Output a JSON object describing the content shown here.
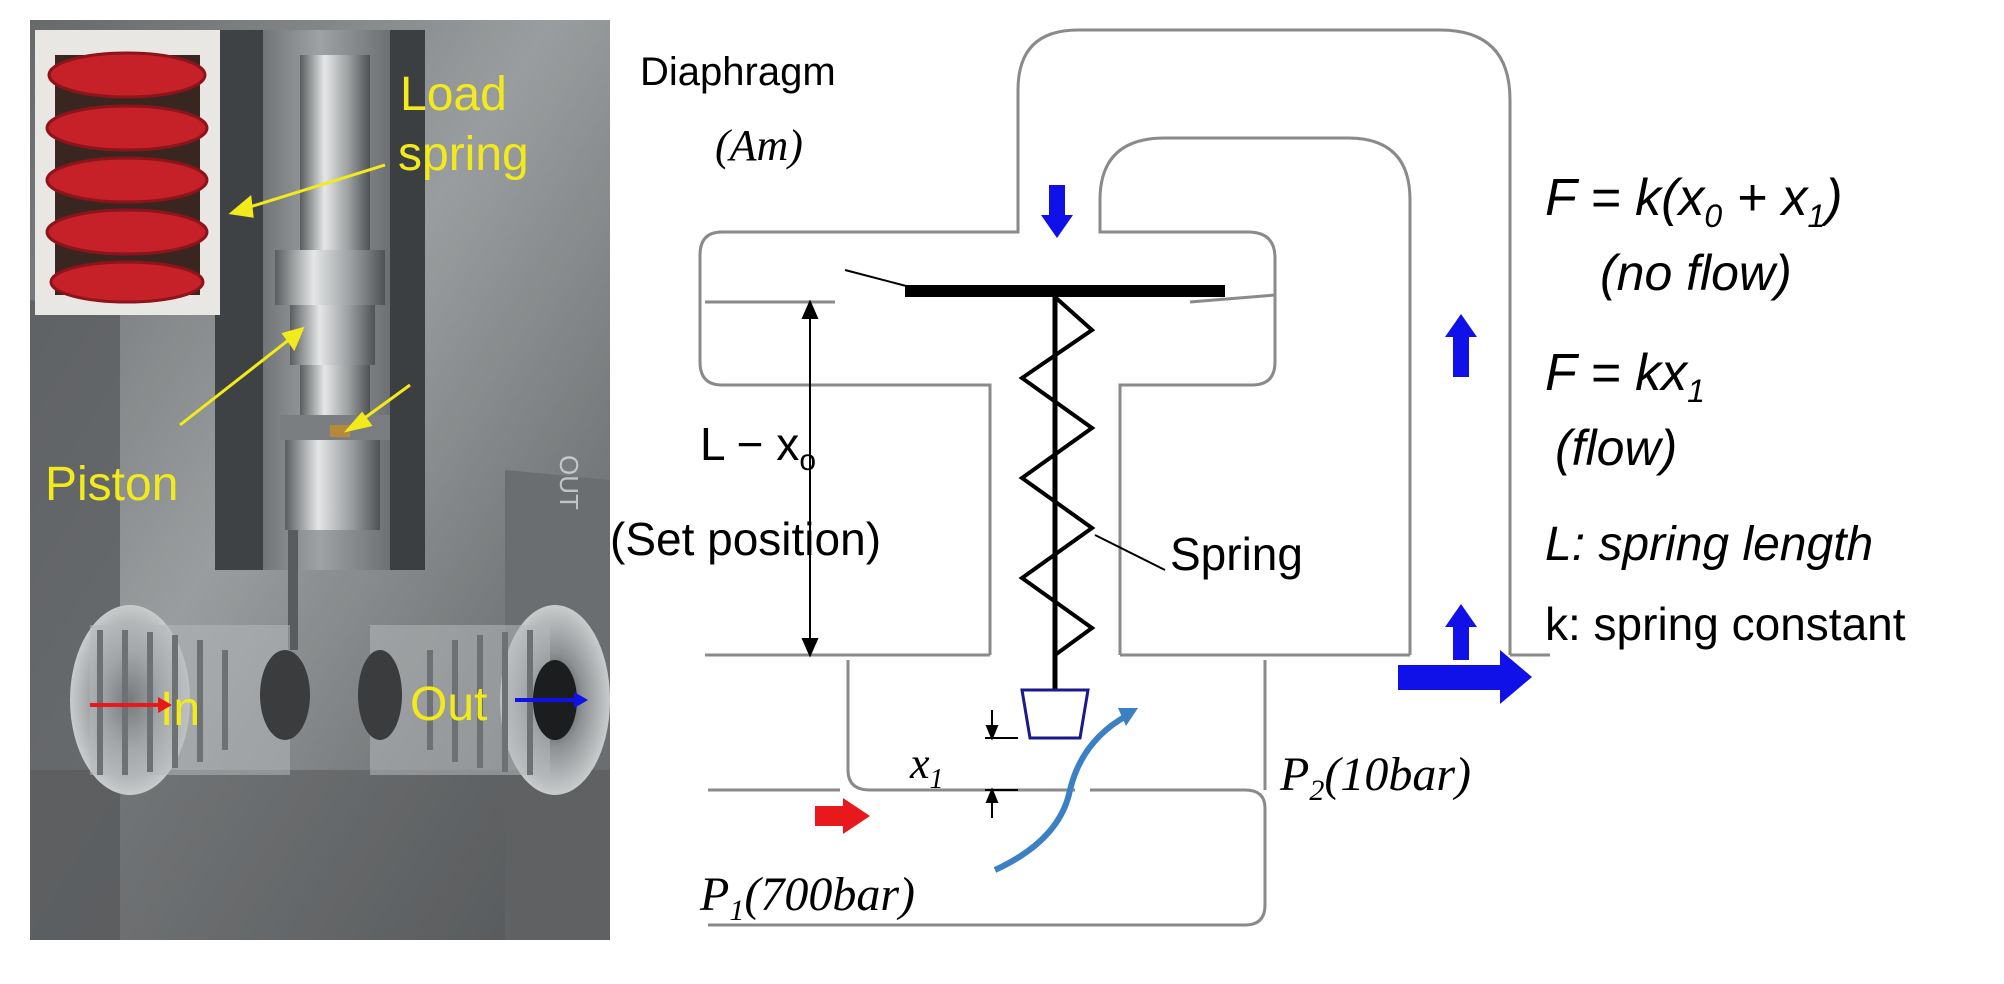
{
  "photo": {
    "label_load_spring": [
      "Load",
      "spring"
    ],
    "label_piston": "Piston",
    "label_in": "In",
    "label_out": "Out",
    "label_out_stamp": "OUT",
    "label_color": "#f3ea1c"
  },
  "diagram": {
    "diaphragm_label": "Diaphragm",
    "diaphragm_area": "(Am)",
    "set_length": "L − x",
    "set_length_sub": "o",
    "set_position": "(Set position)",
    "spring_label": "Spring",
    "x1_label": "x",
    "x1_sub": "1",
    "p1_label": "P",
    "p1_sub": "1",
    "p1_value": "(700bar)",
    "p2_label": "P",
    "p2_sub": "2",
    "p2_value": "(10bar)"
  },
  "equations": {
    "no_flow_eq": [
      "F = k(x",
      "0",
      " + x",
      "1",
      ")"
    ],
    "no_flow_label": "(no flow)",
    "flow_eq": [
      "F = kx",
      "1"
    ],
    "flow_label": "(flow)",
    "l_def": "L:  spring length",
    "k_def": "k: spring constant"
  },
  "colors": {
    "flow_arrow_blue": "#1010e8",
    "inlet_arrow_red": "#e8191c",
    "flow_path_curve": "#3b7fc4",
    "line_gray": "#8a8a8a"
  }
}
